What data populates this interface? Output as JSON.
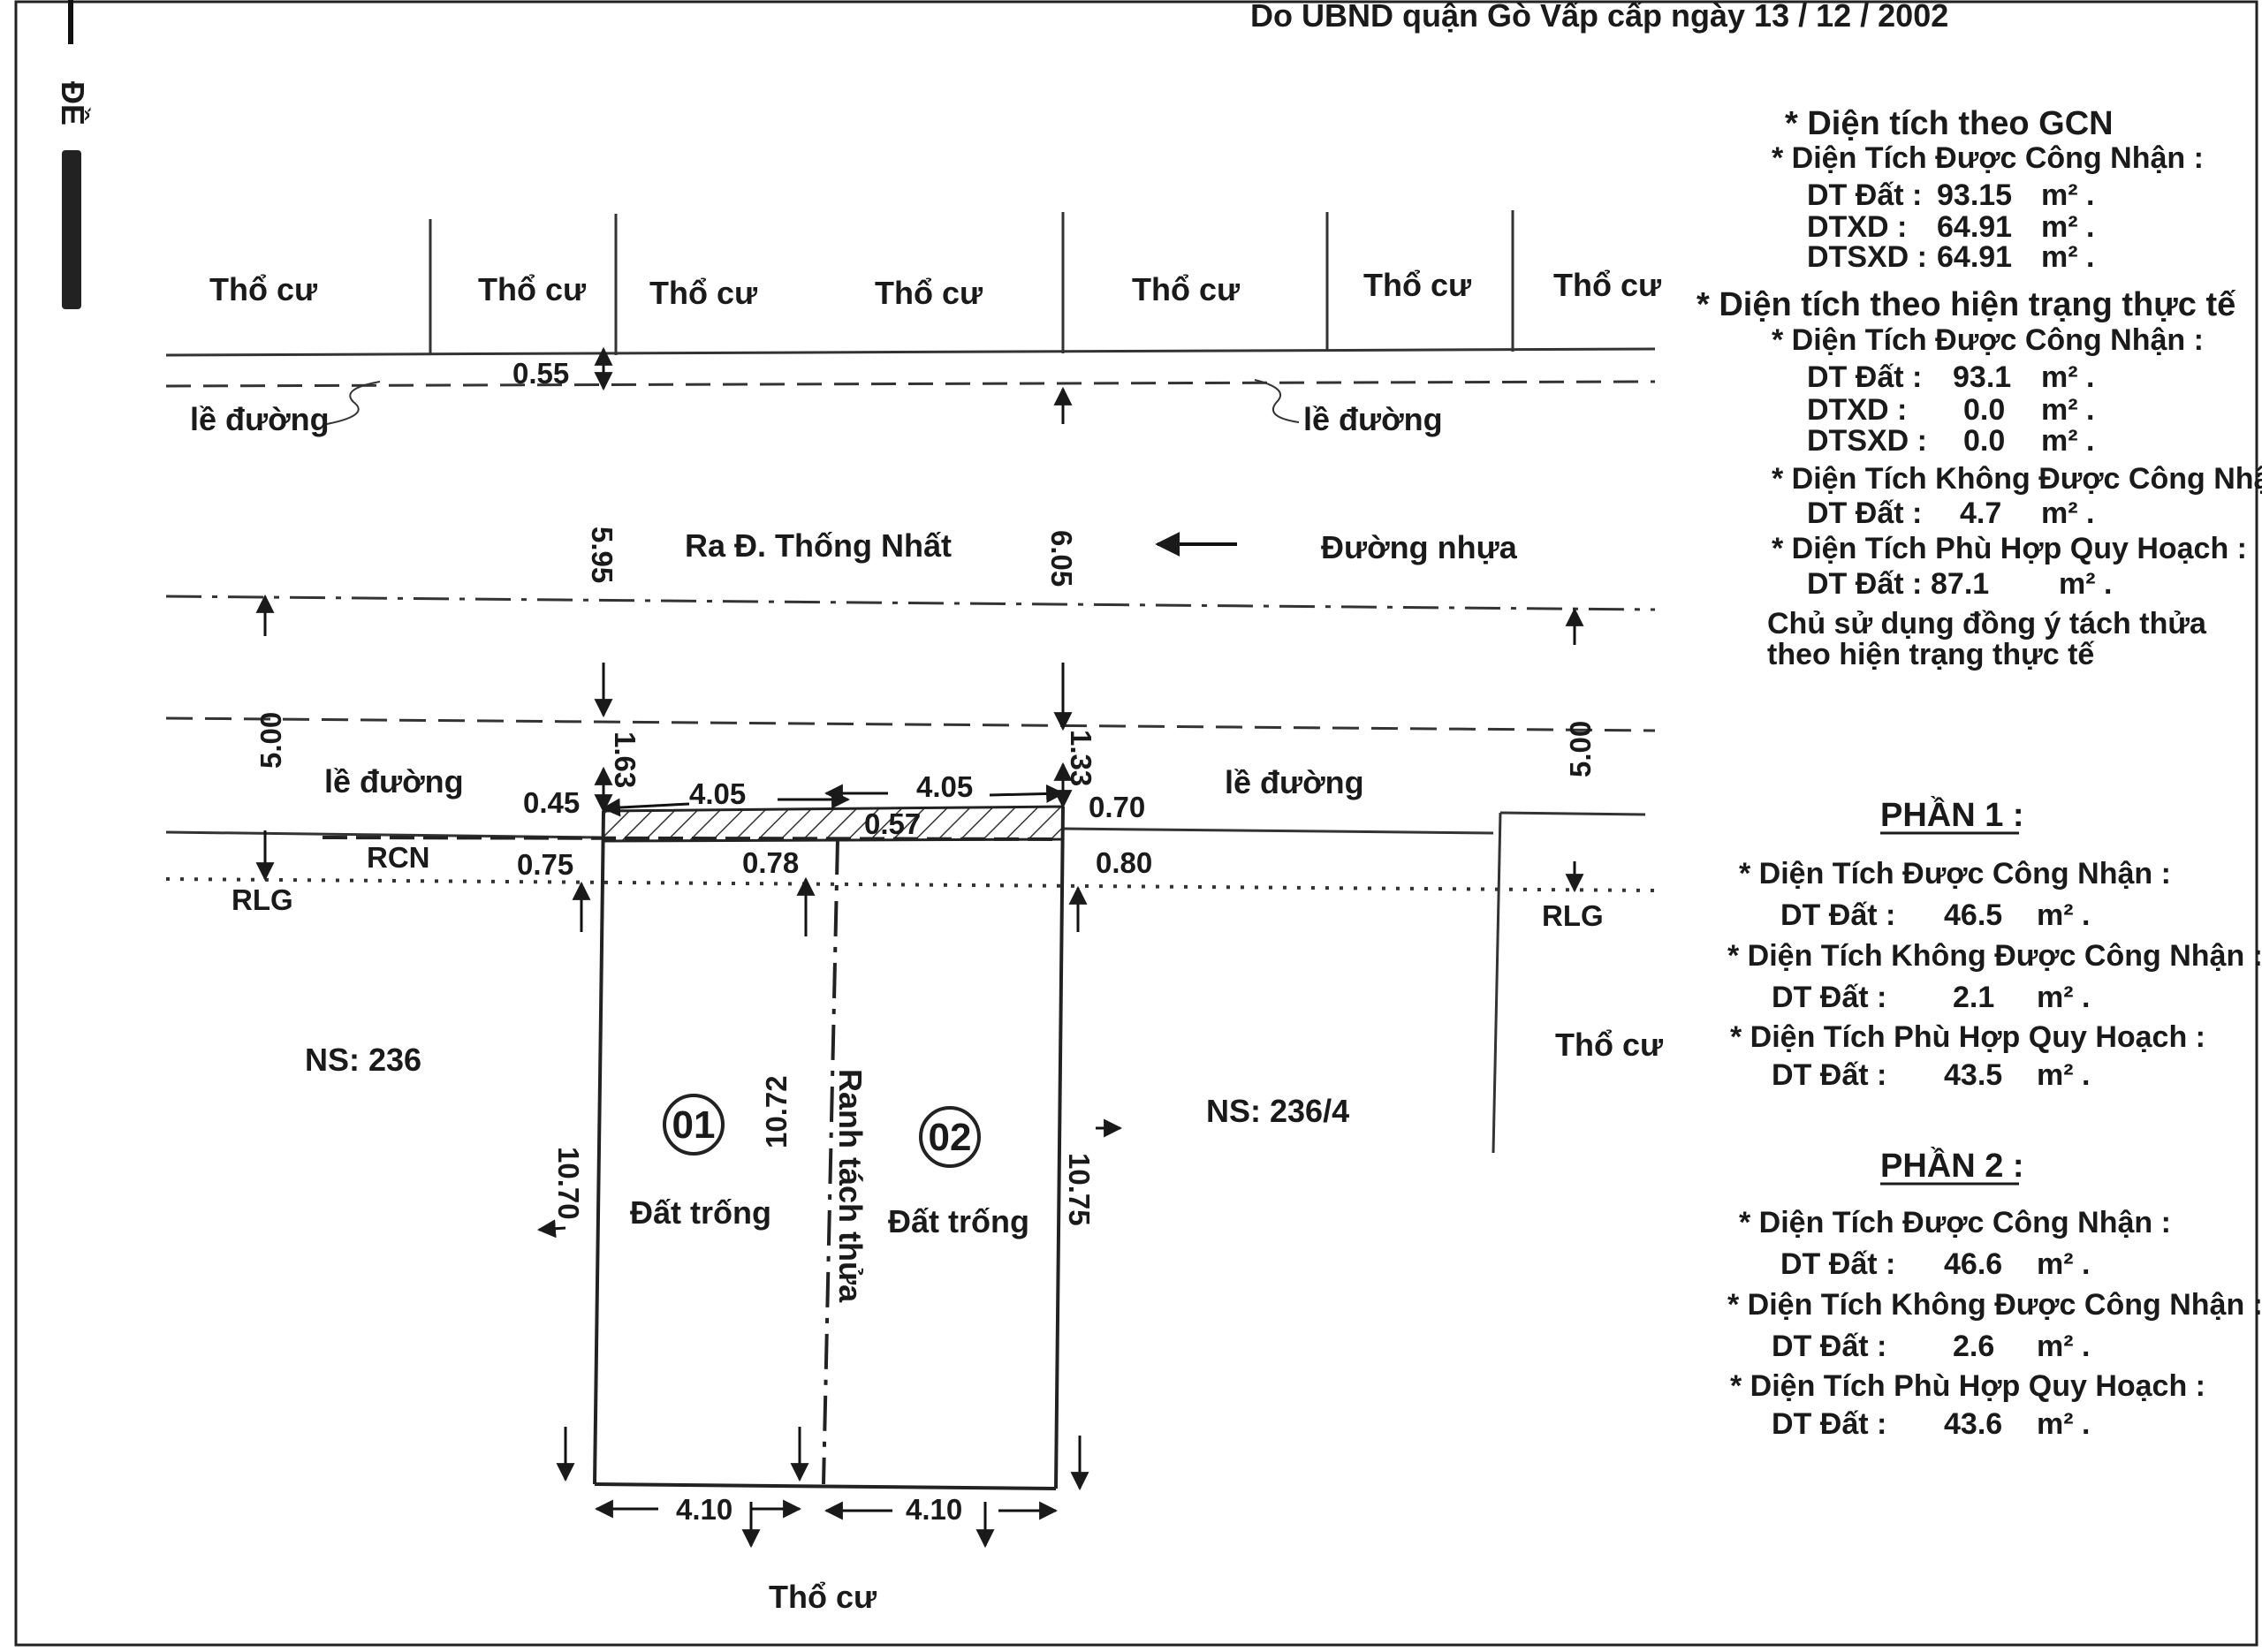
{
  "header": {
    "issued_text": "Do UBND quận Gò Vấp cấp ngày  13 / 12 / 2002"
  },
  "margin_mark": "ĐỀ",
  "top_lots": [
    "Thổ cư",
    "Thổ cư",
    "Thổ cư",
    "Thổ cư",
    "Thổ cư",
    "Thổ cư",
    "Thổ cư"
  ],
  "road": {
    "sidewalk": "lề đường",
    "direction_text": "Ra Đ. Thống Nhất",
    "surface_text": "Đường nhựa",
    "rcn": "RCN",
    "rlg": "RLG"
  },
  "dimensions": {
    "d_055": "0.55",
    "d_595": "5.95",
    "d_605": "6.05",
    "d_500_left": "5.00",
    "d_500_right": "5.00",
    "d_163": "1.63",
    "d_133": "1.33",
    "d_405_a": "4.05",
    "d_405_b": "4.05",
    "d_045": "0.45",
    "d_057": "0.57",
    "d_070": "0.70",
    "d_075": "0.75",
    "d_078": "0.78",
    "d_080": "0.80",
    "d_1070": "10.70",
    "d_1072": "10.72",
    "d_1075": "10.75",
    "d_410_a": "4.10",
    "d_410_b": "4.10"
  },
  "neighbors": {
    "left": "NS: 236",
    "right": "NS: 236/4",
    "bottom": "Thổ cư",
    "right_lot": "Thổ cư"
  },
  "parcels": [
    {
      "num": "01",
      "label": "Đất trống"
    },
    {
      "num": "02",
      "label": "Đất trống"
    }
  ],
  "split_line_text": "Ranh tách thửa",
  "summary": {
    "gcn": {
      "title": "* Diện tích theo GCN",
      "subtitle": "* Diện Tích Được Công Nhận :",
      "rows": [
        {
          "k": "DT Đất  :",
          "v": "93.15",
          "u": "m² ."
        },
        {
          "k": "DTXD  :",
          "v": "64.91",
          "u": "m² ."
        },
        {
          "k": "DTSXD  :",
          "v": "64.91",
          "u": "m² ."
        }
      ]
    },
    "actual": {
      "title": "* Diện tích theo hiện trạng thực tế",
      "recognized_title": "* Diện Tích Được Công Nhận :",
      "recognized": [
        {
          "k": "DT Đất  :",
          "v": "93.1",
          "u": "m² ."
        },
        {
          "k": "DTXD  :",
          "v": "0.0",
          "u": "m² ."
        },
        {
          "k": "DTSXD  :",
          "v": "0.0",
          "u": "m² ."
        }
      ],
      "unrecognized_title": "* Diện Tích Không Được Công Nhận :",
      "unrecognized": {
        "k": "DT Đất  :",
        "v": "4.7",
        "u": "m² ."
      },
      "planning_title": "* Diện Tích Phù Hợp Quy Hoạch :",
      "planning": {
        "k": "DT Đất  :",
        "v": "87.1",
        "u": "m² ."
      },
      "note_1": "Chủ sử dụng đồng ý tách thửa",
      "note_2": "theo hiện trạng thực tế"
    },
    "part1": {
      "title": "PHẦN 1 :",
      "recognized_title": "* Diện Tích Được Công Nhận :",
      "recognized": {
        "k": "DT Đất  :",
        "v": "46.5",
        "u": "m² ."
      },
      "unrecognized_title": "* Diện Tích Không Được Công Nhận :",
      "unrecognized": {
        "k": "DT Đất  :",
        "v": "2.1",
        "u": "m² ."
      },
      "planning_title": "* Diện Tích Phù Hợp Quy Hoạch :",
      "planning": {
        "k": "DT Đất  :",
        "v": "43.5",
        "u": "m² ."
      }
    },
    "part2": {
      "title": "PHẦN 2 :",
      "recognized_title": "* Diện Tích Được Công Nhận :",
      "recognized": {
        "k": "DT Đất  :",
        "v": "46.6",
        "u": "m² ."
      },
      "unrecognized_title": "* Diện Tích Không Được Công Nhận :",
      "unrecognized": {
        "k": "DT Đất  :",
        "v": "2.6",
        "u": "m² ."
      },
      "planning_title": "* Diện Tích Phù Hợp Quy Hoạch :",
      "planning": {
        "k": "DT Đất  :",
        "v": "43.6",
        "u": "m² ."
      }
    }
  }
}
